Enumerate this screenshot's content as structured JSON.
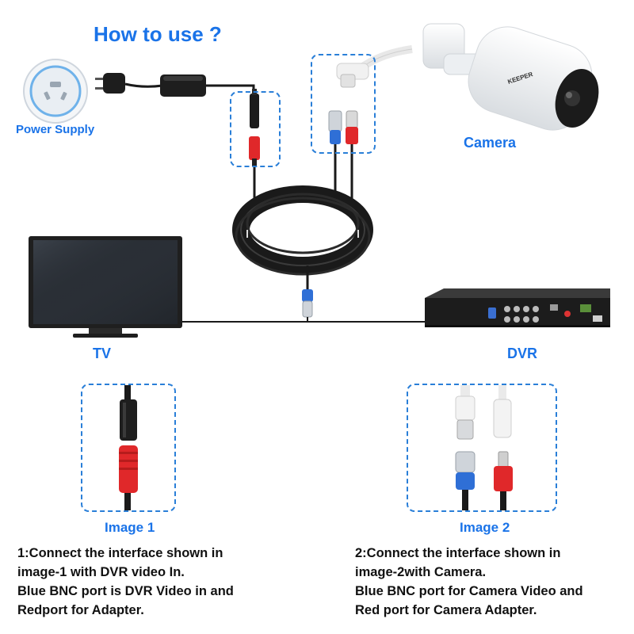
{
  "title": "How to use ?",
  "labels": {
    "power_supply": "Power Supply",
    "camera": "Camera",
    "tv": "TV",
    "dvr": "DVR",
    "camera_brand": "KEEPER"
  },
  "captions": {
    "image1": "Image 1",
    "image2": "Image 2"
  },
  "instructions": {
    "left": [
      "1:Connect the interface shown in",
      "image-1 with DVR video In.",
      "Blue BNC port is DVR Video in and",
      "Redport for Adapter."
    ],
    "right": [
      "2:Connect the interface shown in",
      "image-2with Camera.",
      "Blue BNC port for Camera Video and",
      "Red port for Camera Adapter."
    ]
  },
  "colors": {
    "accent": "#1a73e8",
    "dashed_border": "#2a7fd8",
    "cable": "#1a1a1a",
    "power_red": "#e0282a",
    "bnc_blue": "#2f6fd6"
  }
}
